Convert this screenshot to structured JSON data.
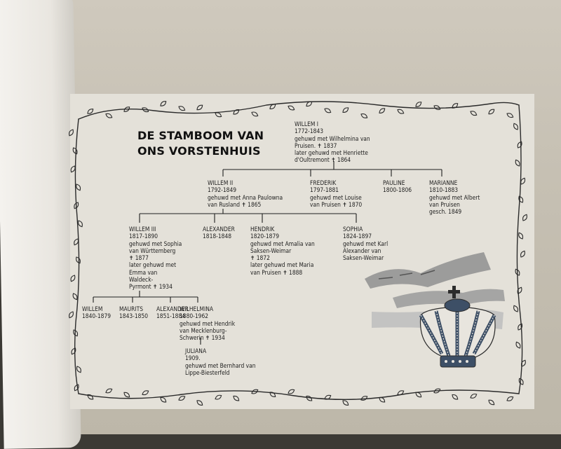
{
  "title": [
    "DE STAMBOOM VAN",
    "ONS VORSTENHUIS"
  ],
  "nodes": {
    "willem_i": [
      "WILLEM I",
      "1772-1843",
      "gehuwd met Wilhelmina van",
      "Pruisen. ✝ 1837",
      "later gehuwd met Henriette",
      "d'Oultremont ✝ 1864"
    ],
    "willem_ii": [
      "WILLEM II",
      "1792-1849",
      "gehuwd met Anna Paulowna",
      "van Rusland ✝ 1865"
    ],
    "frederik": [
      "FREDERIK",
      "1797-1881",
      "gehuwd met Louise",
      "van Pruisen ✝ 1870"
    ],
    "pauline": [
      "PAULINE",
      "1800-1806"
    ],
    "marianne": [
      "MARIANNE",
      "1810-1883",
      "gehuwd met Albert",
      "van Pruisen",
      "gesch. 1849"
    ],
    "willem_iii": [
      "WILLEM III",
      "1817-1890",
      "gehuwd met Sophia",
      "van Württemberg",
      "✝ 1877",
      "later gehuwd met",
      "Emma van",
      "Waldeck-",
      "Pyrmont ✝ 1934"
    ],
    "alexander_1": [
      "ALEXANDER",
      "1818-1848"
    ],
    "hendrik": [
      "HENDRIK",
      "1820-1879",
      "gehuwd met Amalia van",
      "Saksen-Weimar",
      "✝ 1872",
      "later gehuwd met Maria",
      "van Pruisen ✝ 1888"
    ],
    "sophia": [
      "SOPHIA",
      "1824-1897",
      "gehuwd met Karl",
      "Alexander van",
      "Saksen-Weimar"
    ],
    "willem_iv": [
      "WILLEM",
      "1840-1879"
    ],
    "maurits": [
      "MAURITS",
      "1843-1850"
    ],
    "alexander_2": [
      "ALEXANDER",
      "1851-1884"
    ],
    "wilhelmina": [
      "WILHELMINA",
      "1880-1962",
      "gehuwd met Hendrik",
      "van Mecklenburg-",
      "Schwerin ✝ 1934"
    ],
    "juliana": [
      "JULIANA",
      "1909.",
      "gehuwd met Bernhard van",
      "Lippe-Biesterfeld"
    ]
  },
  "colors": {
    "plate": "#e4e1d9",
    "ink": "#1e1e1e",
    "crown_blue": "#3d4f66",
    "banner_grey": "#8f8f8f"
  }
}
